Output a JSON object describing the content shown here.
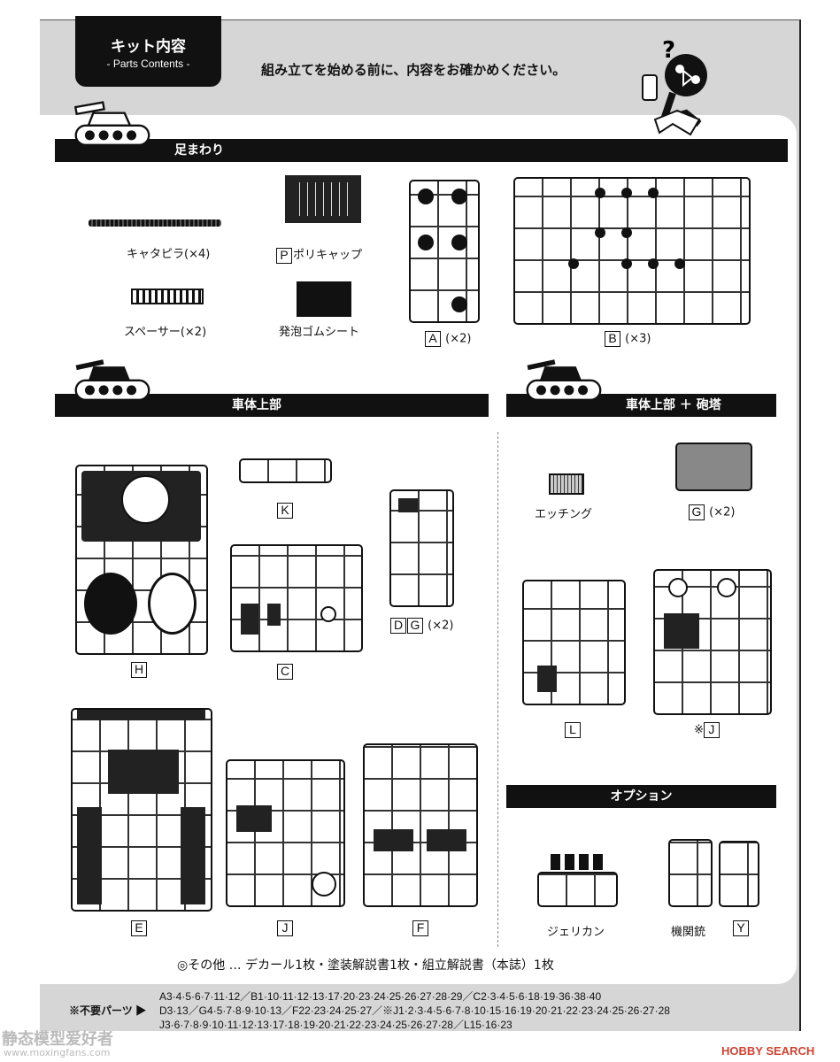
{
  "header": {
    "title": "キット内容",
    "subtitle": "- Parts Contents -",
    "intro": "組み立てを始める前に、内容をお確かめください。"
  },
  "sections": {
    "undercarriage": "足まわり",
    "upper_hull": "車体上部",
    "upper_hull_turret": "車体上部 ＋ 砲塔",
    "option": "オプション"
  },
  "parts": {
    "track": "キャタピラ(×4)",
    "polycap_letter": "P",
    "polycap": "ポリキャップ",
    "spacer": "スペーサー(×2)",
    "foam": "発泡ゴムシート",
    "A": "A",
    "A_qty": "(×2)",
    "B": "B",
    "B_qty": "(×3)",
    "H": "H",
    "K": "K",
    "C": "C",
    "D": "D",
    "G1": "G",
    "DG_qty": "(×2)",
    "E": "E",
    "J": "J",
    "F": "F",
    "etching": "エッチング",
    "G": "G",
    "G_qty": "(×2)",
    "L": "L",
    "J2_mark": "※",
    "J2": "J",
    "jerrycan": "ジェリカン",
    "mg": "機関銃",
    "Y": "Y"
  },
  "other": "◎その他 … デカール1枚・塗装解説書1枚・組立解説書（本誌）1枚",
  "footer": {
    "heading": "※不要パーツ ▶",
    "lines": [
      "A3·4·5·6·7·11·12／B1·10·11·12·13·17·20·23·24·25·26·27·28·29／C2·3·4·5·6·18·19·36·38·40",
      "D3·13／G4·5·7·8·9·10·13／F22·23·24·25·27／※J1·2·3·4·5·6·7·8·10·15·16·19·20·21·22·23·24·25·26·27·28",
      "J3·6·7·8·9·10·11·12·13·17·18·19·20·21·22·23·24·25·26·27·28／L15·16·23"
    ]
  },
  "watermarks": {
    "left_1": "静态模型爱好者",
    "left_2": "www.moxingfans.com",
    "right": "HOBBY SEARCH"
  }
}
